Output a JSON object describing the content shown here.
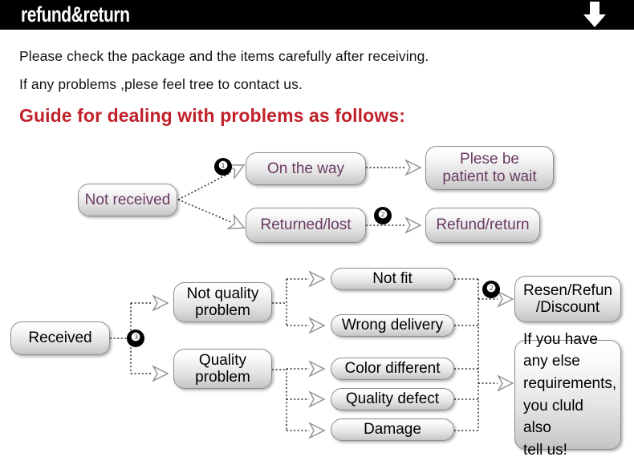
{
  "header": {
    "title": "refund&return",
    "arrow_icon": "arrow-down-icon"
  },
  "intro": {
    "line1": "Please check the package and the items carefully after receiving.",
    "line2": "If any problems ,plese feel tree to contact us.",
    "guide_heading": "Guide for dealing with problems as follows:",
    "heading_color": "#c0212a"
  },
  "flow_not_received": {
    "source": "Not received",
    "badge_1": "❶",
    "badge_2": "❷",
    "branch_top": "On the way",
    "branch_bottom": "Returned/lost",
    "result_top": "Plese be\npatient to wait",
    "result_top_line1": "Plese be",
    "result_top_line2": "patient to wait",
    "result_bottom": "Refund/return",
    "text_color": "#6b3a5f"
  },
  "flow_received": {
    "source": "Received",
    "badge_3": "❸",
    "badge_2": "❷",
    "category_top_line1": "Not quality",
    "category_top_line2": "problem",
    "category_bottom_line1": "Quality",
    "category_bottom_line2": "problem",
    "issues": [
      "Not fit",
      "Wrong delivery",
      "Color different",
      "Quality defect",
      "Damage"
    ],
    "outcome_line1": "Resen/Refun",
    "outcome_line2": "/Discount",
    "note_line1": "If you have",
    "note_line2": "any else",
    "note_line3": "requirements,",
    "note_line4": "you cluld also",
    "note_line5": "tell us!",
    "text_color": "#000000"
  }
}
